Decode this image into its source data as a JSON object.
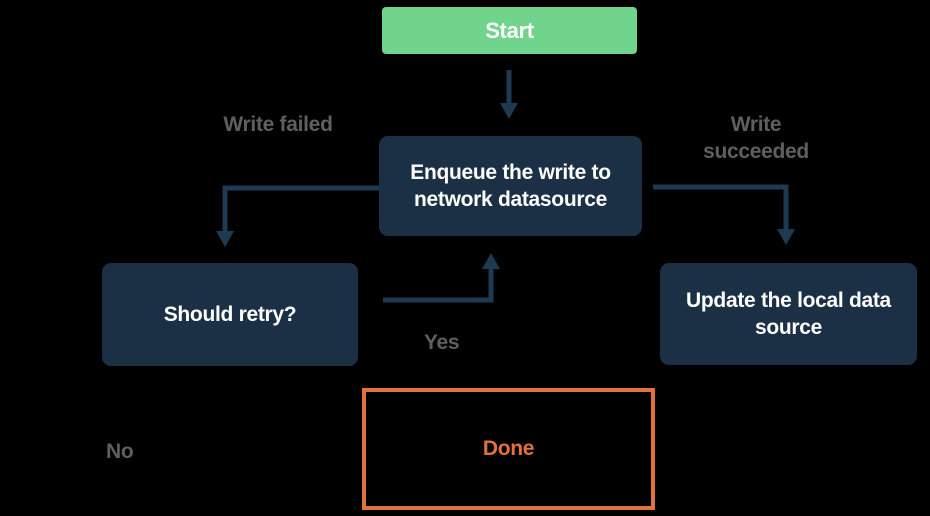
{
  "diagram": {
    "type": "flowchart",
    "nodes": {
      "start": {
        "label": "Start"
      },
      "enqueue": {
        "label": "Enqueue the write to network datasource"
      },
      "should_retry": {
        "label": "Should retry?"
      },
      "update_local": {
        "label": "Update the local data source"
      },
      "done": {
        "label": "Done"
      }
    },
    "edge_labels": {
      "write_failed": "Write failed",
      "write_succeeded": "Write succeeded",
      "yes": "Yes",
      "no": "No"
    },
    "edges": [
      {
        "from": "start",
        "to": "enqueue",
        "label": ""
      },
      {
        "from": "enqueue",
        "to": "should_retry",
        "label": "Write failed"
      },
      {
        "from": "should_retry",
        "to": "enqueue",
        "label": "Yes"
      },
      {
        "from": "enqueue",
        "to": "update_local",
        "label": "Write succeeded"
      },
      {
        "from": "should_retry",
        "to": "done",
        "label": "No"
      }
    ],
    "colors": {
      "background": "#000000",
      "start_fill": "#70d48c",
      "node_fill": "#1b3044",
      "node_text": "#ffffff",
      "arrow": "#1e3a52",
      "edge_label_gray": "#5f5f5f",
      "done_accent": "#e2713b"
    }
  }
}
